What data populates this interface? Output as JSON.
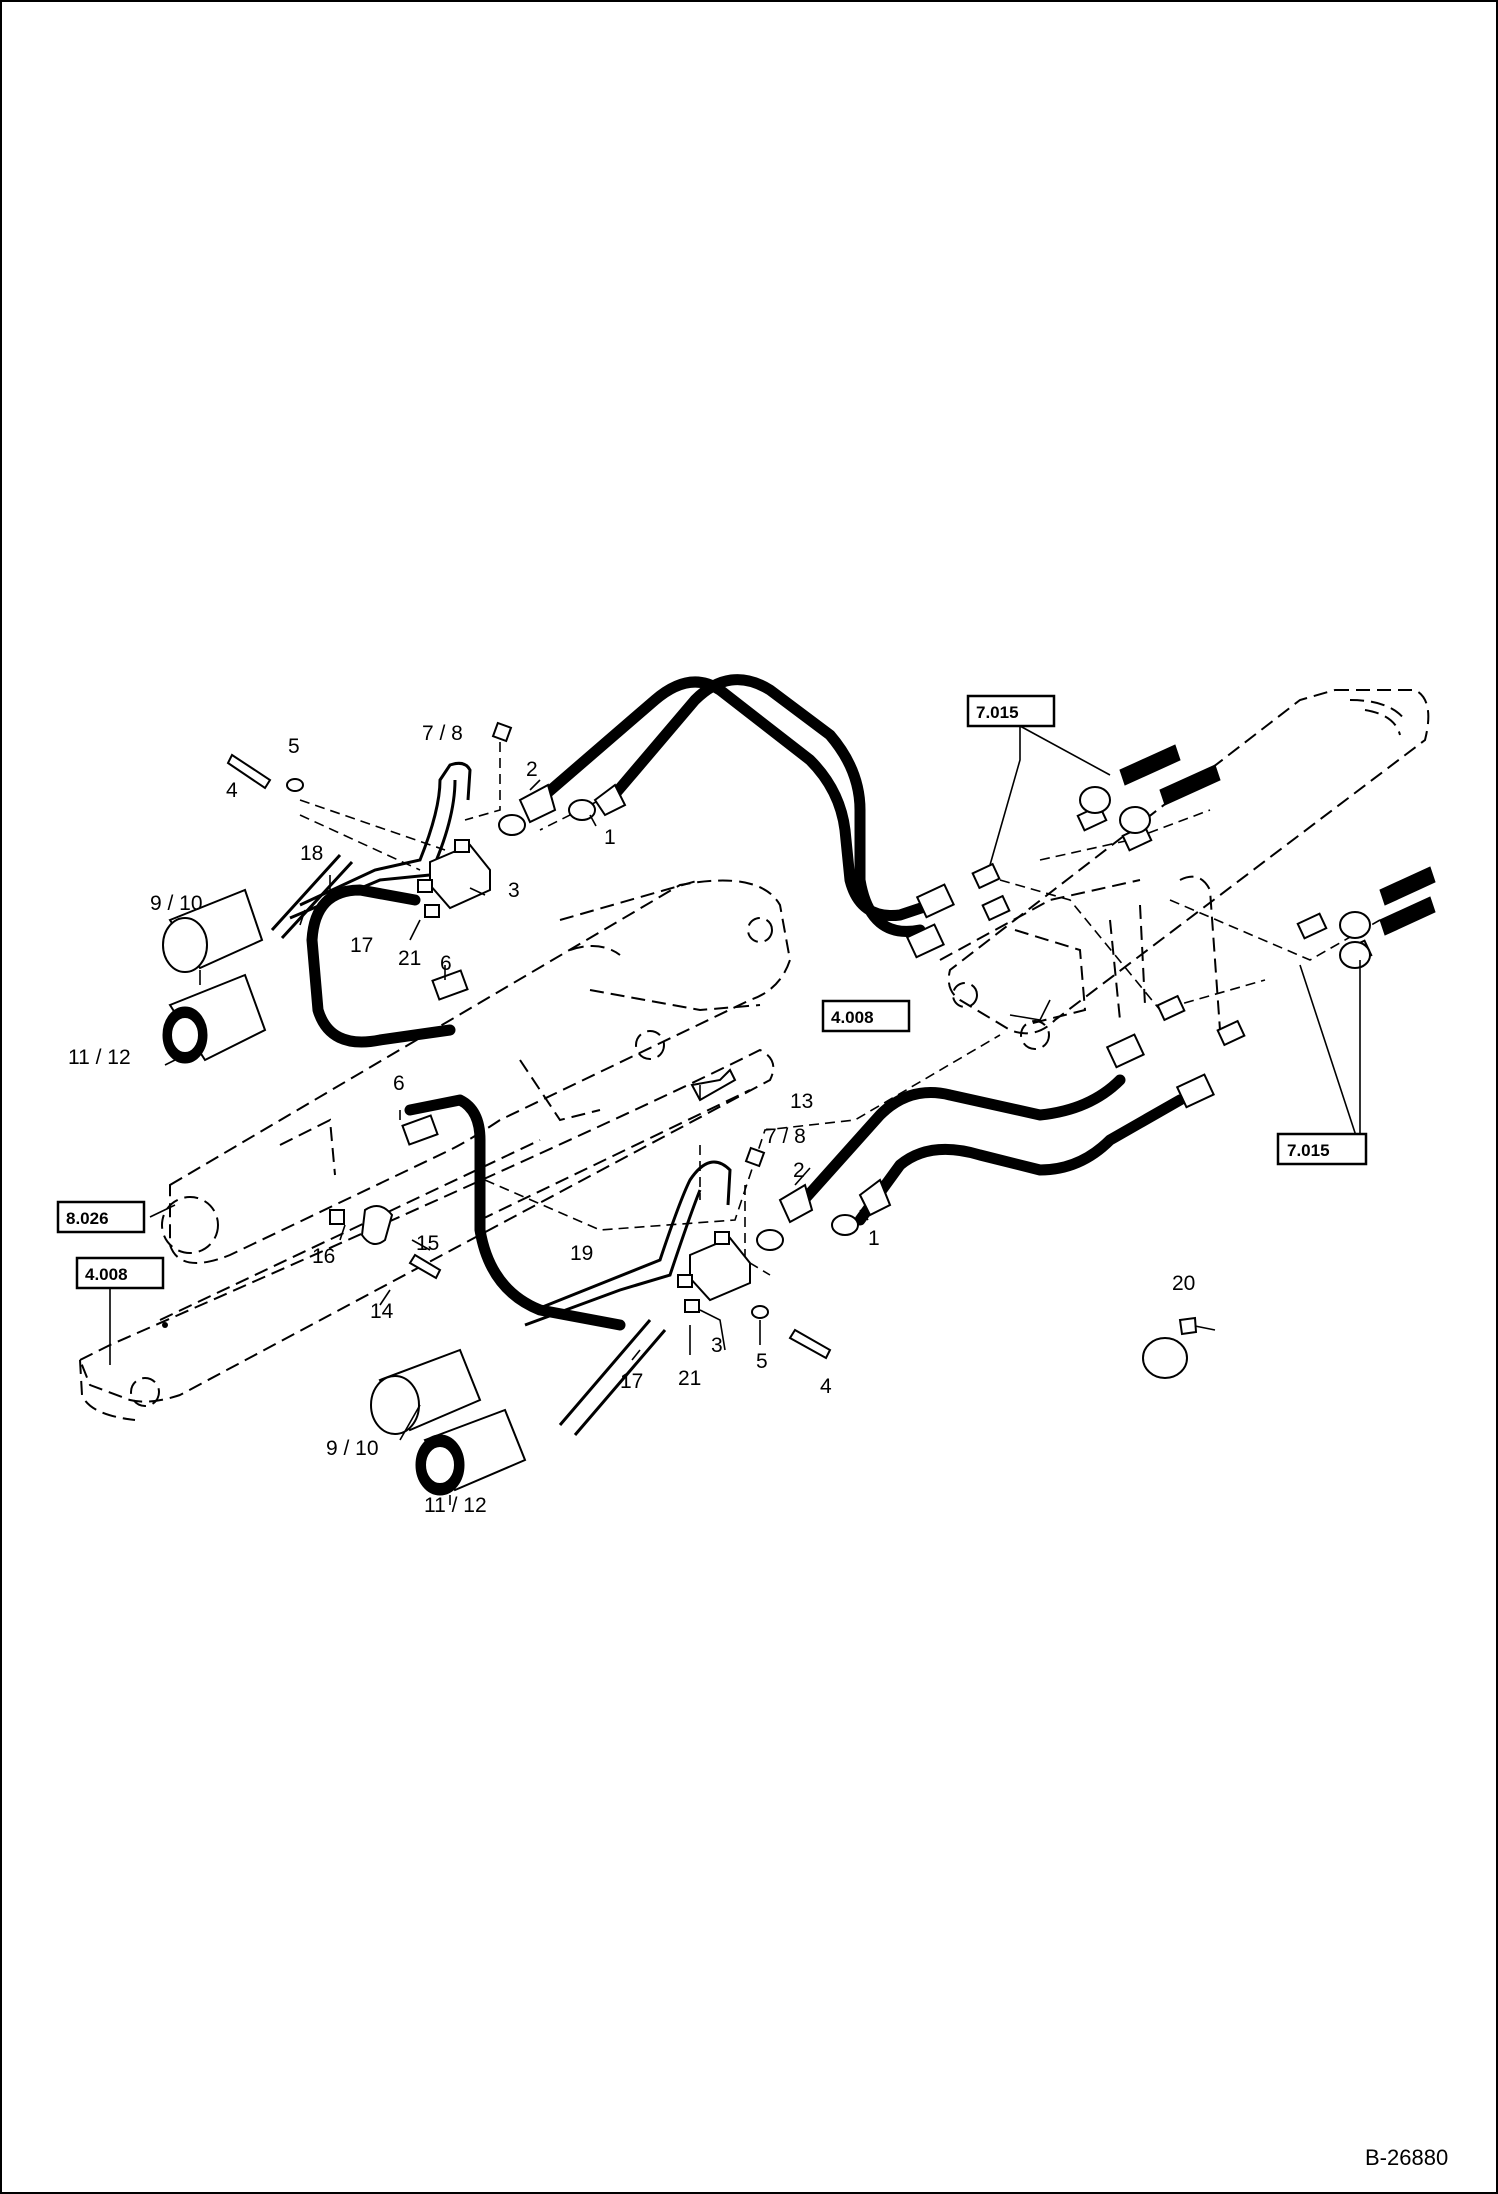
{
  "drawing": {
    "document_number": "B-26880",
    "callouts": [
      {
        "id": "c-4a",
        "text": "4"
      },
      {
        "id": "c-5a",
        "text": "5"
      },
      {
        "id": "c-78a",
        "text": "7 / 8"
      },
      {
        "id": "c-2a",
        "text": "2"
      },
      {
        "id": "c-1a",
        "text": "1"
      },
      {
        "id": "c-18",
        "text": "18"
      },
      {
        "id": "c-3a",
        "text": "3"
      },
      {
        "id": "c-910a",
        "text": "9  / 10"
      },
      {
        "id": "c-21a",
        "text": "21"
      },
      {
        "id": "c-17a",
        "text": "17"
      },
      {
        "id": "c-6a",
        "text": "6"
      },
      {
        "id": "c-1112a",
        "text": "11 / 12"
      },
      {
        "id": "c-6b",
        "text": "6"
      },
      {
        "id": "c-13",
        "text": "13"
      },
      {
        "id": "c-78b",
        "text": "7 / 8"
      },
      {
        "id": "c-2b",
        "text": "2"
      },
      {
        "id": "c-1b",
        "text": "1"
      },
      {
        "id": "c-16",
        "text": "16"
      },
      {
        "id": "c-15",
        "text": "15"
      },
      {
        "id": "c-19",
        "text": "19"
      },
      {
        "id": "c-14",
        "text": "14"
      },
      {
        "id": "c-3b",
        "text": "3"
      },
      {
        "id": "c-21b",
        "text": "21"
      },
      {
        "id": "c-17b",
        "text": "17"
      },
      {
        "id": "c-5b",
        "text": "5"
      },
      {
        "id": "c-4b",
        "text": "4"
      },
      {
        "id": "c-910b",
        "text": "9  / 10"
      },
      {
        "id": "c-1112b",
        "text": "11 / 12"
      },
      {
        "id": "c-20",
        "text": "20"
      }
    ],
    "references": [
      {
        "id": "ref-7015-top",
        "text": "7.015"
      },
      {
        "id": "ref-4008-right",
        "text": "4.008"
      },
      {
        "id": "ref-7015-bottom",
        "text": "7.015"
      },
      {
        "id": "ref-8026",
        "text": "8.026"
      },
      {
        "id": "ref-4008-left",
        "text": "4.008"
      }
    ]
  }
}
